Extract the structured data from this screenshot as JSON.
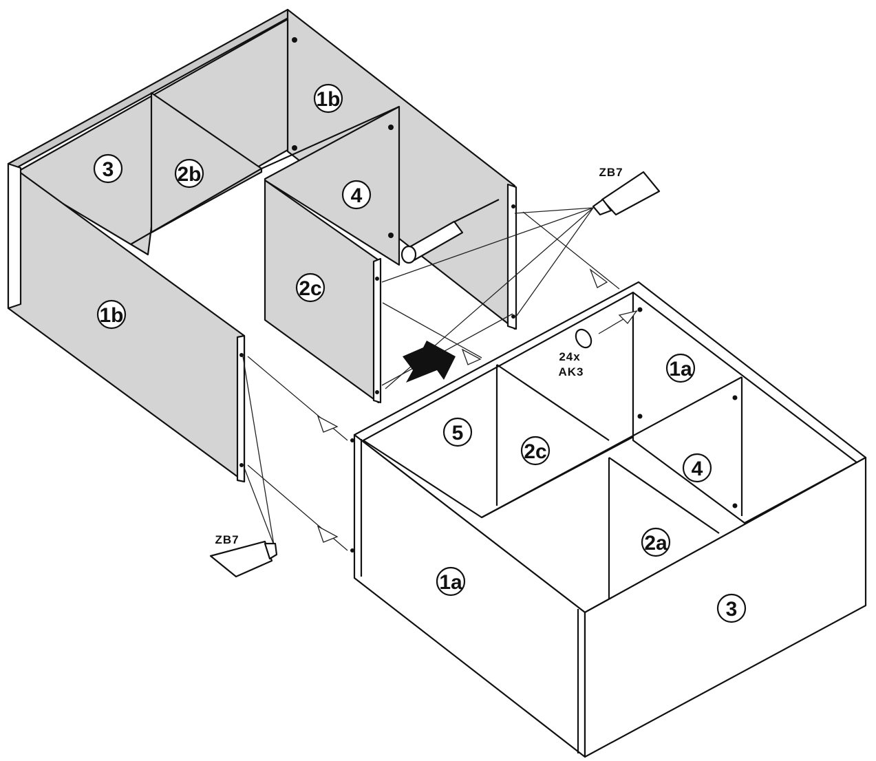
{
  "upper_unit": {
    "labels": [
      "1b",
      "3",
      "2b",
      "4",
      "2c",
      "1b"
    ]
  },
  "lower_unit": {
    "labels": [
      "1a",
      "5",
      "2c",
      "4",
      "2a",
      "1a",
      "3"
    ]
  },
  "hardware": {
    "glue_top": "ZB7",
    "glue_bottom": "ZB7",
    "dowel_qty": "24x",
    "dowel_code": "AK3"
  },
  "colors": {
    "panel_gray": "#d4d4d4",
    "outline": "#111111",
    "arrow": "#111111"
  },
  "icons": [
    "glue-bottom-icon",
    "screwdriver-icon",
    "dowel-icon",
    "direction-arrow-icon"
  ]
}
